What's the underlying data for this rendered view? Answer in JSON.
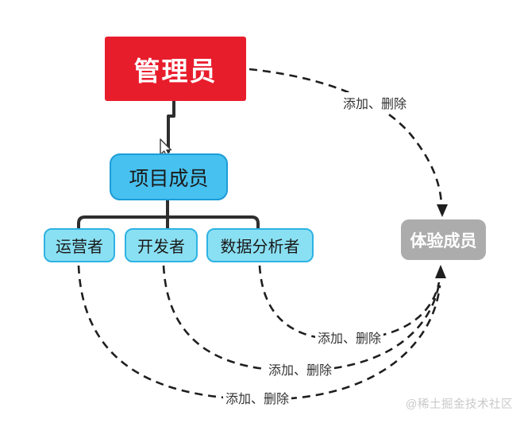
{
  "diagram": {
    "type": "role-permission-flowchart",
    "nodes": {
      "admin": {
        "label": "管理员",
        "fill": "#E81D2C",
        "text_color": "#FFFFFF"
      },
      "project_member": {
        "label": "项目成员",
        "fill": "#47C1F0",
        "border_color": "#1B9CD8",
        "text_color": "#1A1A1A"
      },
      "operator": {
        "label": "运营者",
        "fill": "#8AE0F3",
        "border_color": "#2EB2E4",
        "text_color": "#1A1A1A"
      },
      "developer": {
        "label": "开发者",
        "fill": "#8AE0F3",
        "border_color": "#2EB2E4",
        "text_color": "#1A1A1A"
      },
      "data_analyst": {
        "label": "数据分析者",
        "fill": "#8AE0F3",
        "border_color": "#2EB2E4",
        "text_color": "#1A1A1A"
      },
      "experience_member": {
        "label": "体验成员",
        "fill": "#ACACAC",
        "text_color": "#FFFFFF"
      }
    },
    "edges": {
      "admin_to_project_member": {
        "from": "管理员",
        "to": "项目成员",
        "style": "solid"
      },
      "project_member_to_roles": {
        "from": "项目成员",
        "to": "运营者 / 开发者 / 数据分析者",
        "style": "solid"
      },
      "admin_to_experience": {
        "from": "管理员",
        "to": "体验成员",
        "label": "添加、删除",
        "style": "dashed-arrow"
      },
      "analyst_to_experience": {
        "from": "数据分析者",
        "to": "体验成员",
        "label": "添加、删除",
        "style": "dashed-arrow"
      },
      "developer_to_experience": {
        "from": "开发者",
        "to": "体验成员",
        "label": "添加、删除",
        "style": "dashed-arrow"
      },
      "operator_to_experience": {
        "from": "运营者",
        "to": "体验成员",
        "label": "添加、删除",
        "style": "dashed-arrow"
      }
    },
    "solid_line_color": "#2E2E2E",
    "dashed_line_color": "#1F1F1F"
  },
  "watermark": {
    "text": "@稀土掘金技术社区",
    "color": "#C9C9C9"
  }
}
